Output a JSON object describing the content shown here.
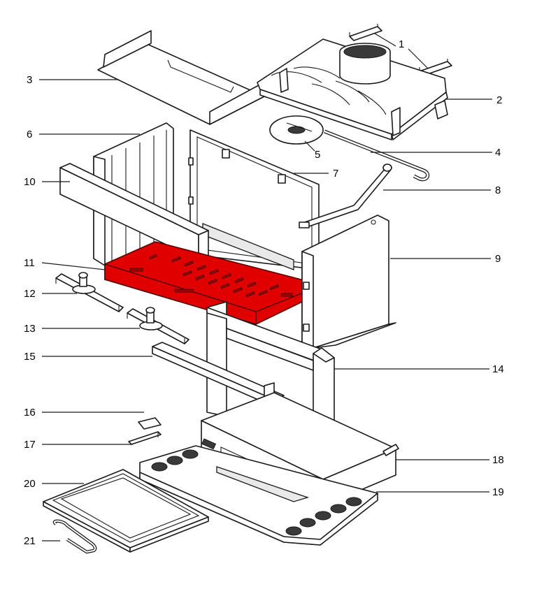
{
  "diagram": {
    "highlight_color": "#e00000",
    "callouts": [
      {
        "label": "1"
      },
      {
        "label": "2"
      },
      {
        "label": "3"
      },
      {
        "label": "4"
      },
      {
        "label": "5"
      },
      {
        "label": "6"
      },
      {
        "label": "7"
      },
      {
        "label": "8"
      },
      {
        "label": "9"
      },
      {
        "label": "10"
      },
      {
        "label": "11"
      },
      {
        "label": "12"
      },
      {
        "label": "13"
      },
      {
        "label": "14"
      },
      {
        "label": "15"
      },
      {
        "label": "16"
      },
      {
        "label": "17"
      },
      {
        "label": "18"
      },
      {
        "label": "19"
      },
      {
        "label": "20"
      },
      {
        "label": "21"
      }
    ]
  }
}
